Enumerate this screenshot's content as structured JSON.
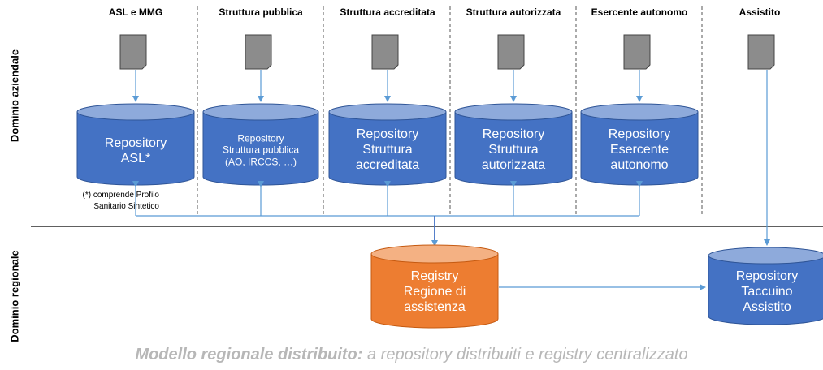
{
  "domains": {
    "aziendale": "Dominio aziendale",
    "regionale": "Dominio regionale"
  },
  "columns": [
    {
      "header": "ASL e MMG",
      "repository": "Repository\nASL*",
      "size": "big"
    },
    {
      "header": "Struttura pubblica",
      "repository": "Repository\nStruttura pubblica\n(AO, IRCCS, …)",
      "size": "small"
    },
    {
      "header": "Struttura accreditata",
      "repository": "Repository\nStruttura\naccreditata",
      "size": "big"
    },
    {
      "header": "Struttura autorizzata",
      "repository": "Repository\nStruttura\nautorizzata",
      "size": "big"
    },
    {
      "header": "Esercente autonomo",
      "repository": "Repository\nEsercente\nautonomo",
      "size": "big"
    },
    {
      "header": "Assistito"
    }
  ],
  "note": "(*) comprende Profilo\nSanitario Sintetico",
  "registry": "Registry\nRegione di\nassistenza",
  "taccuino": "Repository\nTaccuino\nAssistito",
  "caption": {
    "bold": "Modello regionale distribuito:",
    "rest": " a repository distribuiti e registry centralizzato"
  },
  "colors": {
    "repository_blue": "#4472c4",
    "repository_top": "#8eaadb",
    "registry_orange": "#ed7d31",
    "registry_top": "#f4b183",
    "arrow": "#5b9bd5",
    "document_gray": "#8c8c8c"
  }
}
